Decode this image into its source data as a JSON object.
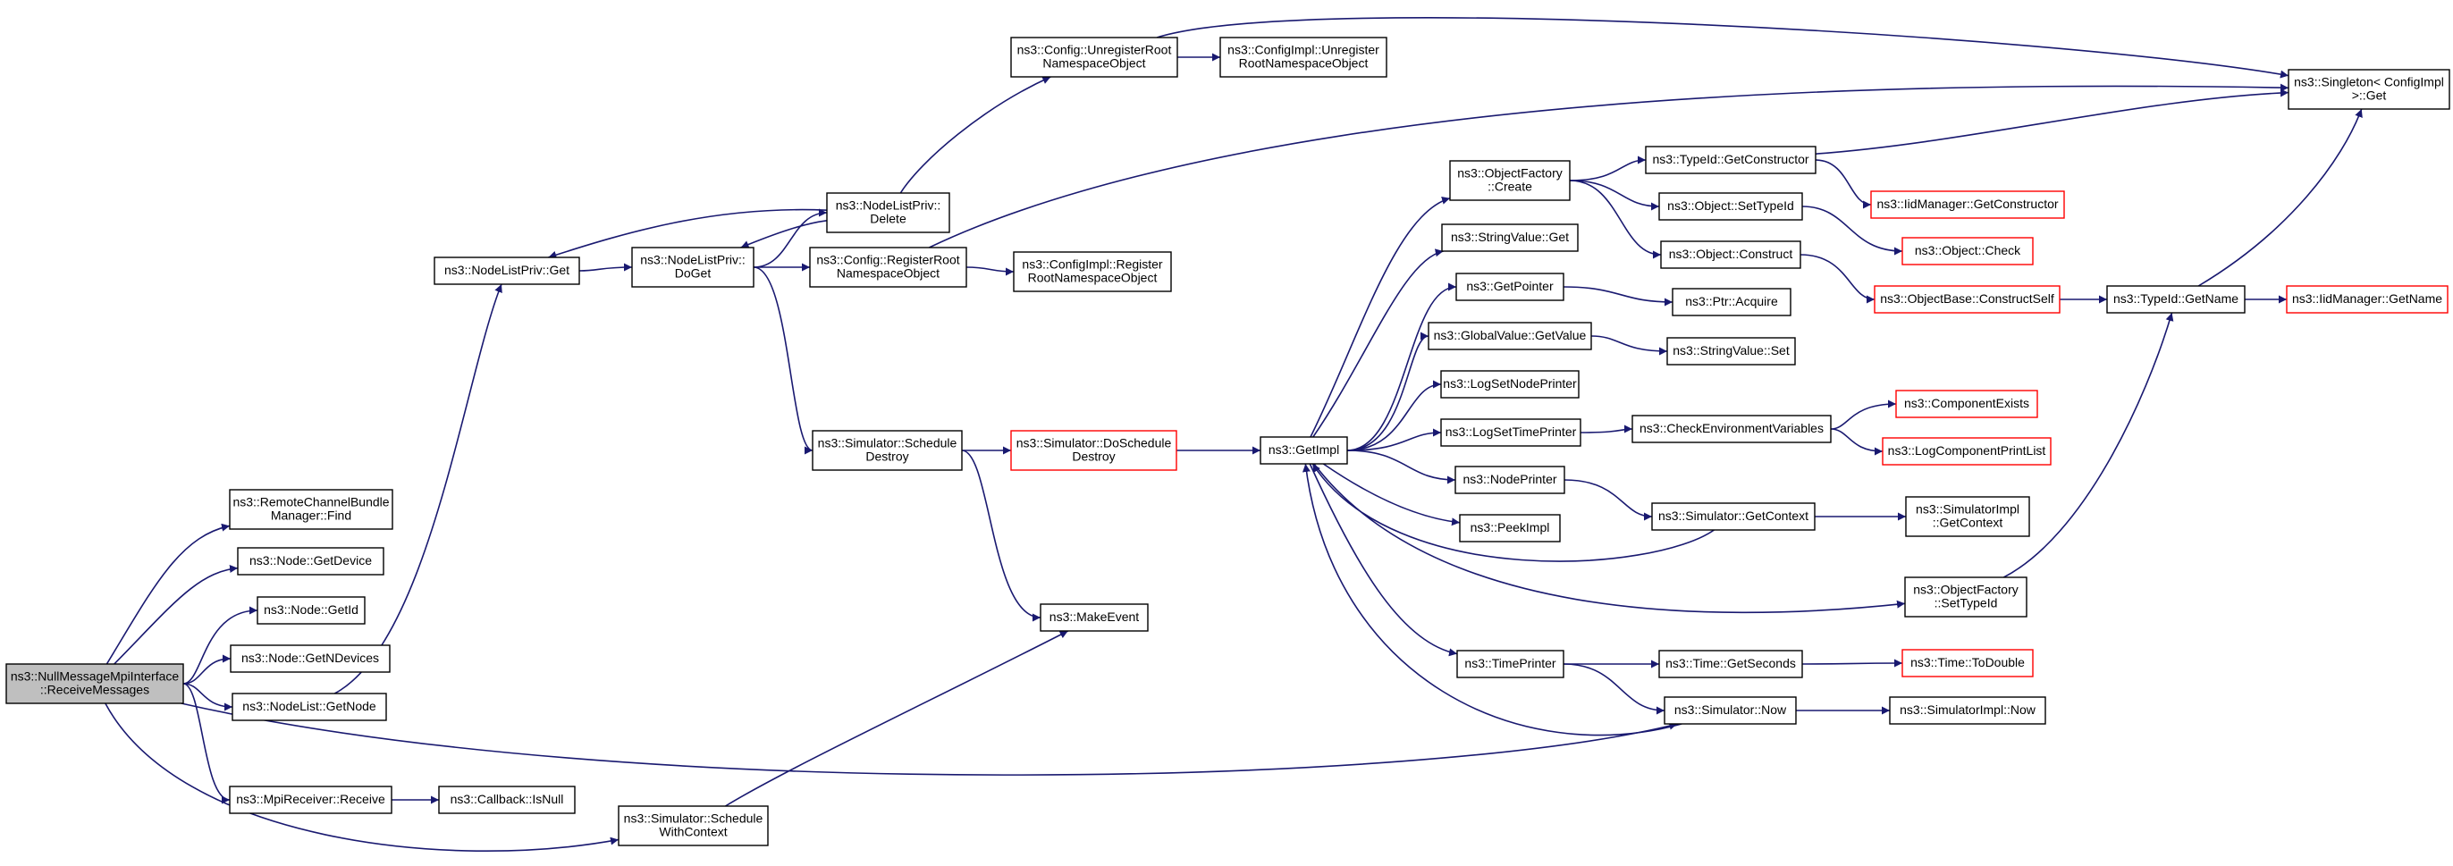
{
  "colors": {
    "edge": "#191970",
    "node_border": "#000000",
    "truncated_border": "#ff0000",
    "root_fill": "#bfbfbf",
    "node_fill": "#ffffff"
  },
  "nodes": [
    {
      "id": "root",
      "lines": [
        "ns3::NullMessageMpiInterface",
        "::ReceiveMessages"
      ],
      "style": "root"
    },
    {
      "id": "remote_find",
      "lines": [
        "ns3::RemoteChannelBundle",
        "Manager::Find"
      ],
      "style": "normal"
    },
    {
      "id": "node_getdevice",
      "lines": [
        "ns3::Node::GetDevice"
      ],
      "style": "normal"
    },
    {
      "id": "node_getid",
      "lines": [
        "ns3::Node::GetId"
      ],
      "style": "normal"
    },
    {
      "id": "node_getndevices",
      "lines": [
        "ns3::Node::GetNDevices"
      ],
      "style": "normal"
    },
    {
      "id": "nodelist_getnode",
      "lines": [
        "ns3::NodeList::GetNode"
      ],
      "style": "normal"
    },
    {
      "id": "mpireceiver_receive",
      "lines": [
        "ns3::MpiReceiver::Receive"
      ],
      "style": "normal"
    },
    {
      "id": "callback_isnull",
      "lines": [
        "ns3::Callback::IsNull"
      ],
      "style": "normal"
    },
    {
      "id": "sim_schedulewithcontext",
      "lines": [
        "ns3::Simulator::Schedule",
        "WithContext"
      ],
      "style": "normal"
    },
    {
      "id": "nodelistpriv_get",
      "lines": [
        "ns3::NodeListPriv::Get"
      ],
      "style": "normal"
    },
    {
      "id": "nodelistpriv_doget",
      "lines": [
        "ns3::NodeListPriv::",
        "DoGet"
      ],
      "style": "normal"
    },
    {
      "id": "nodelistpriv_delete",
      "lines": [
        "ns3::NodeListPriv::",
        "Delete"
      ],
      "style": "normal"
    },
    {
      "id": "config_unregister",
      "lines": [
        "ns3::Config::UnregisterRoot",
        "NamespaceObject"
      ],
      "style": "normal"
    },
    {
      "id": "configimpl_unregister",
      "lines": [
        "ns3::ConfigImpl::Unregister",
        "RootNamespaceObject"
      ],
      "style": "normal"
    },
    {
      "id": "config_register",
      "lines": [
        "ns3::Config::RegisterRoot",
        "NamespaceObject"
      ],
      "style": "normal"
    },
    {
      "id": "configimpl_register",
      "lines": [
        "ns3::ConfigImpl::Register",
        "RootNamespaceObject"
      ],
      "style": "normal"
    },
    {
      "id": "sim_scheduledestroy",
      "lines": [
        "ns3::Simulator::Schedule",
        "Destroy"
      ],
      "style": "normal"
    },
    {
      "id": "sim_doscheduledestroy",
      "lines": [
        "ns3::Simulator::DoSchedule",
        "Destroy"
      ],
      "style": "truncated"
    },
    {
      "id": "makeevent",
      "lines": [
        "ns3::MakeEvent"
      ],
      "style": "normal"
    },
    {
      "id": "getimpl",
      "lines": [
        "ns3::GetImpl"
      ],
      "style": "normal"
    },
    {
      "id": "objectfactory_create",
      "lines": [
        "ns3::ObjectFactory",
        "::Create"
      ],
      "style": "normal"
    },
    {
      "id": "stringvalue_get",
      "lines": [
        "ns3::StringValue::Get"
      ],
      "style": "normal"
    },
    {
      "id": "getpointer",
      "lines": [
        "ns3::GetPointer"
      ],
      "style": "normal"
    },
    {
      "id": "globalvalue_getvalue",
      "lines": [
        "ns3::GlobalValue::GetValue"
      ],
      "style": "normal"
    },
    {
      "id": "logsetnodeprinter",
      "lines": [
        "ns3::LogSetNodePrinter"
      ],
      "style": "normal"
    },
    {
      "id": "logsettimeprinter",
      "lines": [
        "ns3::LogSetTimePrinter"
      ],
      "style": "normal"
    },
    {
      "id": "nodeprinter",
      "lines": [
        "ns3::NodePrinter"
      ],
      "style": "normal"
    },
    {
      "id": "peekimpl",
      "lines": [
        "ns3::PeekImpl"
      ],
      "style": "normal"
    },
    {
      "id": "timeprinter",
      "lines": [
        "ns3::TimePrinter"
      ],
      "style": "normal"
    },
    {
      "id": "typeid_getconstructor",
      "lines": [
        "ns3::TypeId::GetConstructor"
      ],
      "style": "normal"
    },
    {
      "id": "object_settypeid",
      "lines": [
        "ns3::Object::SetTypeId"
      ],
      "style": "normal"
    },
    {
      "id": "object_construct",
      "lines": [
        "ns3::Object::Construct"
      ],
      "style": "normal"
    },
    {
      "id": "ptr_acquire",
      "lines": [
        "ns3::Ptr::Acquire"
      ],
      "style": "normal"
    },
    {
      "id": "stringvalue_set",
      "lines": [
        "ns3::StringValue::Set"
      ],
      "style": "normal"
    },
    {
      "id": "checkenvvars",
      "lines": [
        "ns3::CheckEnvironmentVariables"
      ],
      "style": "normal"
    },
    {
      "id": "sim_getcontext",
      "lines": [
        "ns3::Simulator::GetContext"
      ],
      "style": "normal"
    },
    {
      "id": "objectfactory_settypeid",
      "lines": [
        "ns3::ObjectFactory",
        "::SetTypeId"
      ],
      "style": "normal"
    },
    {
      "id": "time_getseconds",
      "lines": [
        "ns3::Time::GetSeconds"
      ],
      "style": "normal"
    },
    {
      "id": "sim_now",
      "lines": [
        "ns3::Simulator::Now"
      ],
      "style": "normal"
    },
    {
      "id": "iidmanager_getconstructor",
      "lines": [
        "ns3::IidManager::GetConstructor"
      ],
      "style": "truncated"
    },
    {
      "id": "object_check",
      "lines": [
        "ns3::Object::Check"
      ],
      "style": "truncated"
    },
    {
      "id": "objectbase_constructself",
      "lines": [
        "ns3::ObjectBase::ConstructSelf"
      ],
      "style": "truncated"
    },
    {
      "id": "componentexists",
      "lines": [
        "ns3::ComponentExists"
      ],
      "style": "truncated"
    },
    {
      "id": "logcomponentprintlist",
      "lines": [
        "ns3::LogComponentPrintList"
      ],
      "style": "truncated"
    },
    {
      "id": "simimpl_getcontext",
      "lines": [
        "ns3::SimulatorImpl",
        "::GetContext"
      ],
      "style": "normal"
    },
    {
      "id": "time_todouble",
      "lines": [
        "ns3::Time::ToDouble"
      ],
      "style": "truncated"
    },
    {
      "id": "simimpl_now",
      "lines": [
        "ns3::SimulatorImpl::Now"
      ],
      "style": "normal"
    },
    {
      "id": "singleton_get",
      "lines": [
        "ns3::Singleton< ConfigImpl",
        " >::Get"
      ],
      "style": "normal"
    },
    {
      "id": "typeid_getname",
      "lines": [
        "ns3::TypeId::GetName"
      ],
      "style": "normal"
    },
    {
      "id": "iidmanager_getname",
      "lines": [
        "ns3::IidManager::GetName"
      ],
      "style": "truncated"
    }
  ],
  "edges": [
    [
      "root",
      "remote_find"
    ],
    [
      "root",
      "node_getdevice"
    ],
    [
      "root",
      "node_getid"
    ],
    [
      "root",
      "node_getndevices"
    ],
    [
      "root",
      "nodelist_getnode"
    ],
    [
      "root",
      "mpireceiver_receive"
    ],
    [
      "root",
      "sim_schedulewithcontext"
    ],
    [
      "root",
      "sim_now"
    ],
    [
      "mpireceiver_receive",
      "callback_isnull"
    ],
    [
      "nodelist_getnode",
      "nodelistpriv_get"
    ],
    [
      "nodelistpriv_get",
      "nodelistpriv_doget"
    ],
    [
      "nodelistpriv_doget",
      "nodelistpriv_delete"
    ],
    [
      "nodelistpriv_doget",
      "config_register"
    ],
    [
      "nodelistpriv_doget",
      "sim_scheduledestroy"
    ],
    [
      "nodelistpriv_delete",
      "nodelistpriv_get"
    ],
    [
      "nodelistpriv_delete",
      "nodelistpriv_doget"
    ],
    [
      "nodelistpriv_delete",
      "config_unregister"
    ],
    [
      "config_unregister",
      "configimpl_unregister"
    ],
    [
      "config_unregister",
      "singleton_get"
    ],
    [
      "config_register",
      "configimpl_register"
    ],
    [
      "config_register",
      "singleton_get"
    ],
    [
      "sim_scheduledestroy",
      "sim_doscheduledestroy"
    ],
    [
      "sim_scheduledestroy",
      "makeevent"
    ],
    [
      "sim_schedulewithcontext",
      "makeevent"
    ],
    [
      "sim_doscheduledestroy",
      "getimpl"
    ],
    [
      "getimpl",
      "objectfactory_create"
    ],
    [
      "getimpl",
      "stringvalue_get"
    ],
    [
      "getimpl",
      "getpointer"
    ],
    [
      "getimpl",
      "globalvalue_getvalue"
    ],
    [
      "getimpl",
      "logsetnodeprinter"
    ],
    [
      "getimpl",
      "logsettimeprinter"
    ],
    [
      "getimpl",
      "nodeprinter"
    ],
    [
      "getimpl",
      "peekimpl"
    ],
    [
      "getimpl",
      "objectfactory_settypeid"
    ],
    [
      "getimpl",
      "timeprinter"
    ],
    [
      "objectfactory_create",
      "typeid_getconstructor"
    ],
    [
      "objectfactory_create",
      "object_settypeid"
    ],
    [
      "objectfactory_create",
      "object_construct"
    ],
    [
      "typeid_getconstructor",
      "iidmanager_getconstructor"
    ],
    [
      "typeid_getconstructor",
      "singleton_get"
    ],
    [
      "object_settypeid",
      "object_check"
    ],
    [
      "object_construct",
      "objectbase_constructself"
    ],
    [
      "objectbase_constructself",
      "typeid_getname"
    ],
    [
      "getpointer",
      "ptr_acquire"
    ],
    [
      "globalvalue_getvalue",
      "stringvalue_set"
    ],
    [
      "logsettimeprinter",
      "checkenvvars"
    ],
    [
      "checkenvvars",
      "componentexists"
    ],
    [
      "checkenvvars",
      "logcomponentprintlist"
    ],
    [
      "nodeprinter",
      "sim_getcontext"
    ],
    [
      "sim_getcontext",
      "simimpl_getcontext"
    ],
    [
      "sim_getcontext",
      "getimpl"
    ],
    [
      "objectfactory_settypeid",
      "typeid_getname"
    ],
    [
      "typeid_getname",
      "iidmanager_getname"
    ],
    [
      "typeid_getname",
      "singleton_get"
    ],
    [
      "timeprinter",
      "time_getseconds"
    ],
    [
      "timeprinter",
      "sim_now"
    ],
    [
      "time_getseconds",
      "time_todouble"
    ],
    [
      "sim_now",
      "simimpl_now"
    ],
    [
      "sim_now",
      "getimpl"
    ]
  ]
}
